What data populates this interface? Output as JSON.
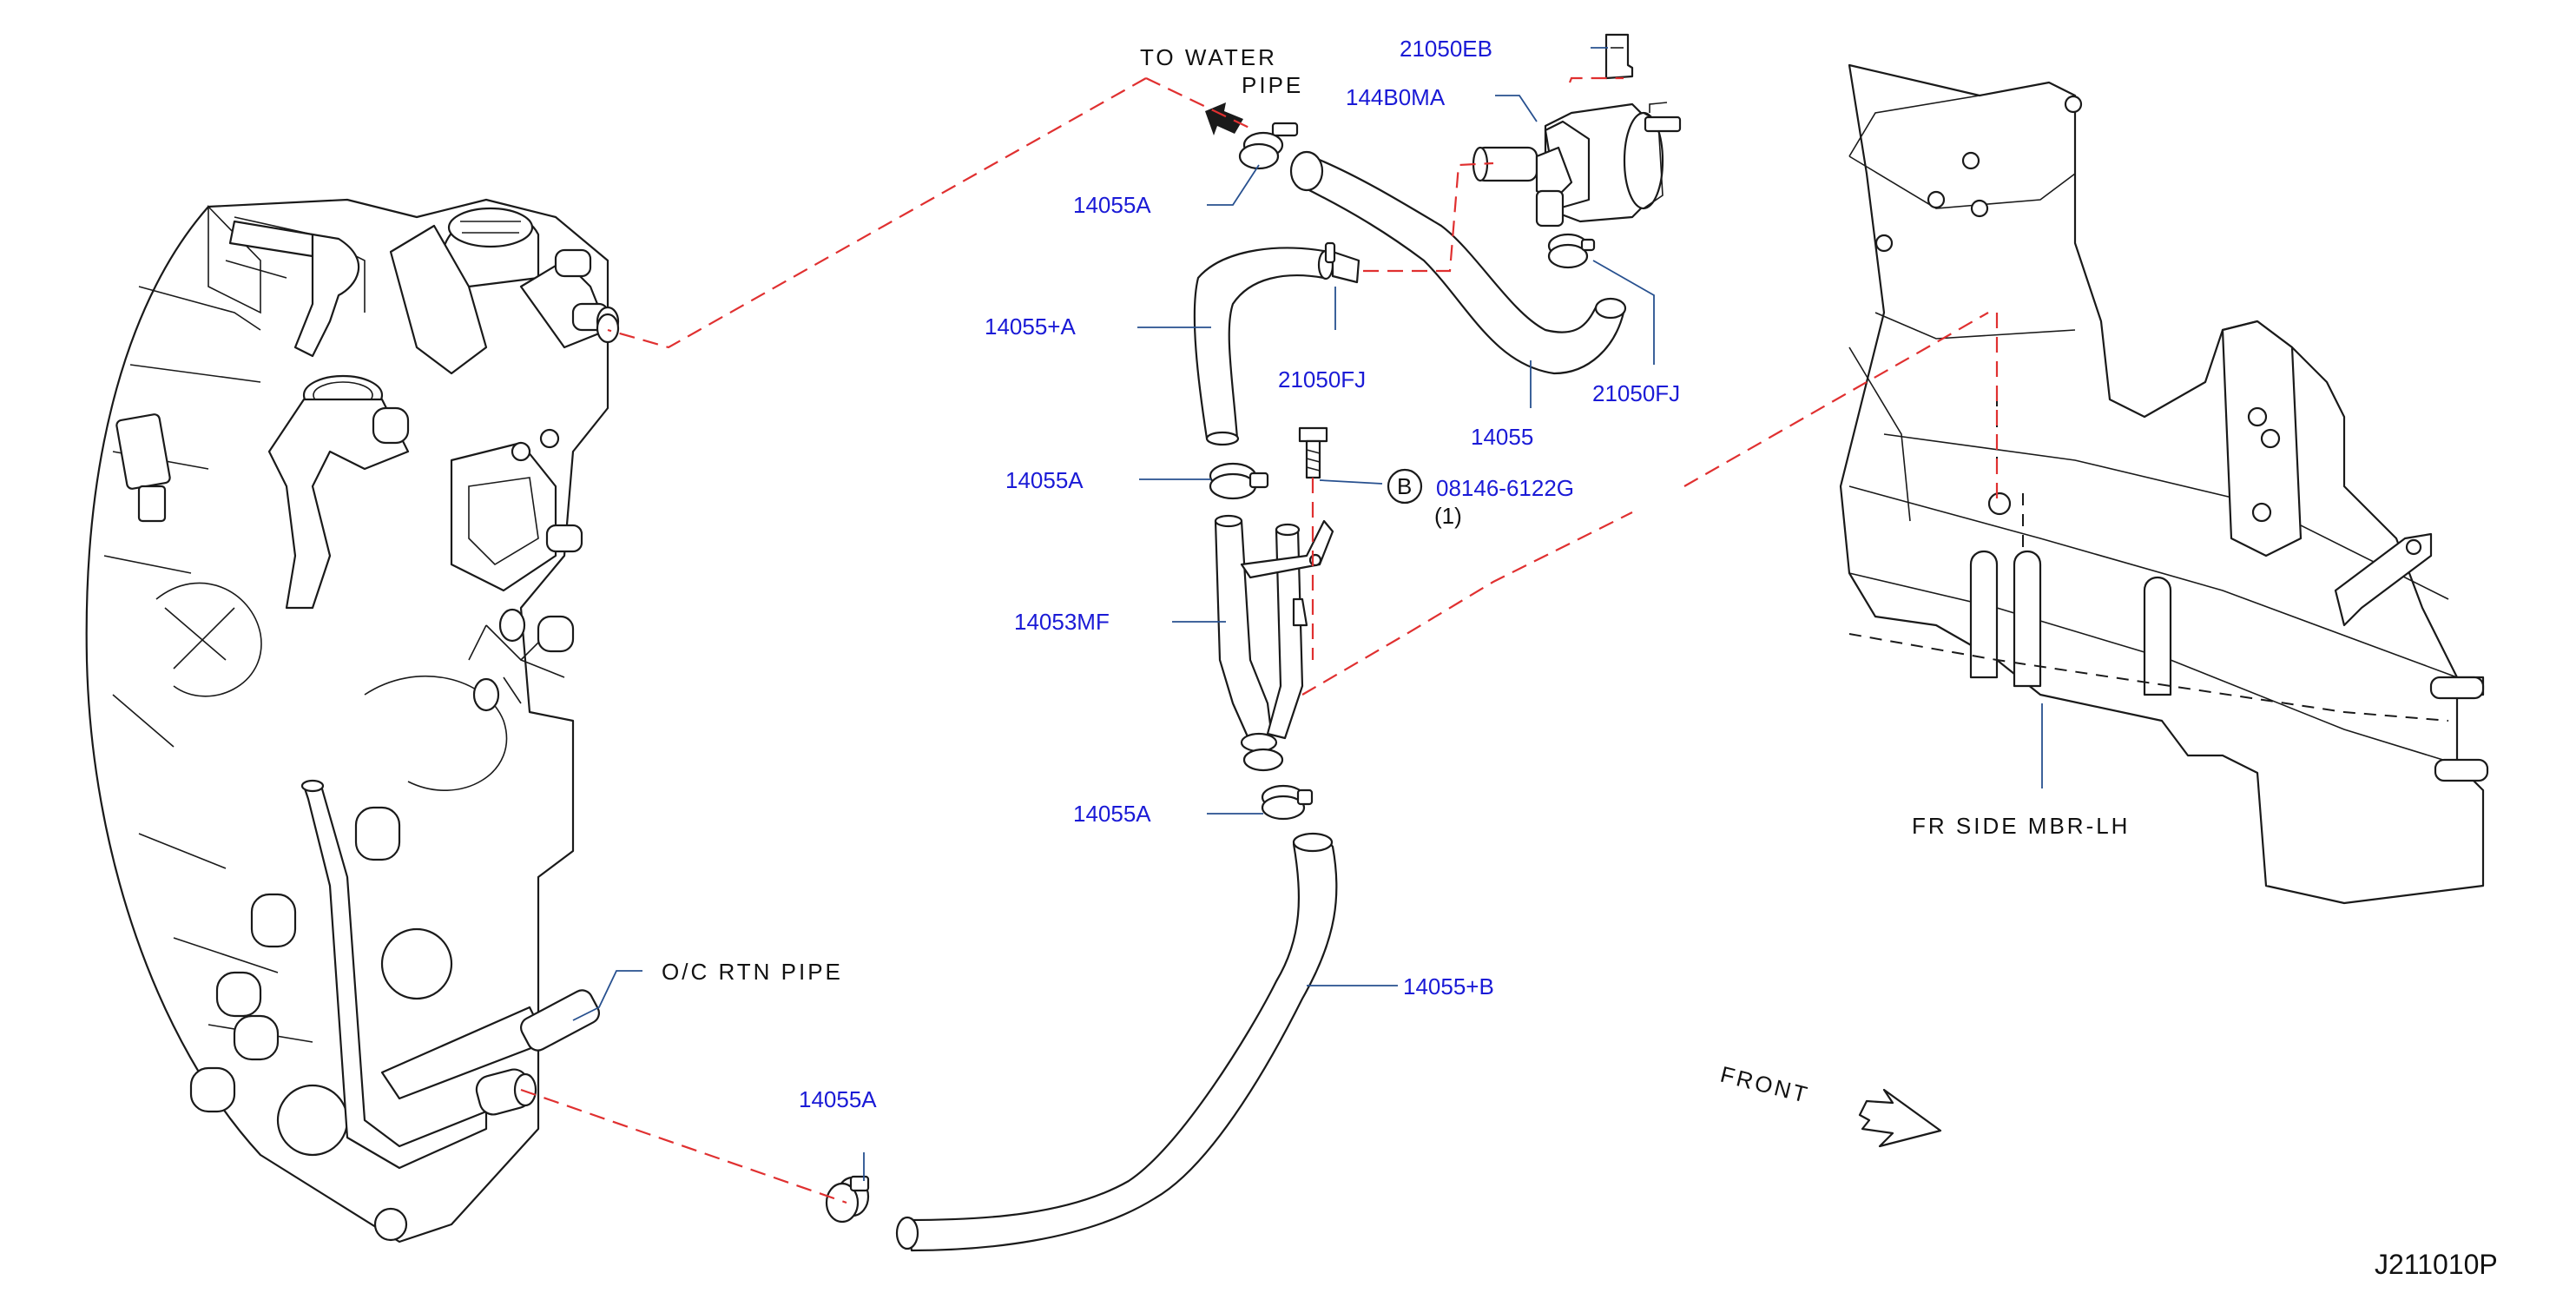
{
  "diagram": {
    "colors": {
      "part_number": "#1a1ad6",
      "leader": "#27508f",
      "connection": "#e03030",
      "outline": "#1a1a1a"
    },
    "labels": {
      "to_water_pipe_1": "TO  WATER",
      "to_water_pipe_2": "PIPE",
      "p_21050EB": "21050EB",
      "p_144B0MA": "144B0MA",
      "p_14055A_top": "14055A",
      "p_14055plusA": "14055+A",
      "p_21050FJ_mid": "21050FJ",
      "p_14055": "14055",
      "p_21050FJ_right": "21050FJ",
      "p_14055A_2": "14055A",
      "bolt_marker": "B",
      "p_08146_6122G": "08146-6122G",
      "bolt_qty": "(1)",
      "p_14053MF": "14053MF",
      "p_14055A_3": "14055A",
      "p_14055plusB": "14055+B",
      "oc_rtn_pipe": "O/C  RTN  PIPE",
      "p_14055A_bottom": "14055A",
      "fr_side_mbr": "FR  SIDE  MBR-LH",
      "front": "FRONT",
      "diagram_id": "J211010P"
    }
  }
}
